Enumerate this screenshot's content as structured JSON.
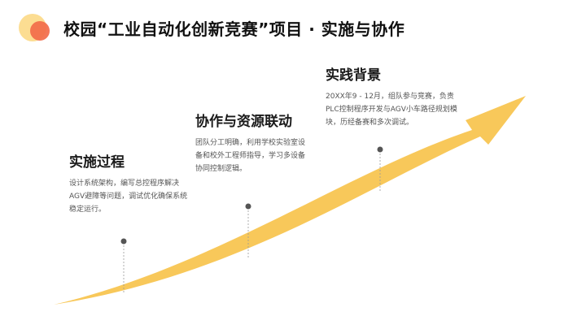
{
  "title": "校园“工业自动化创新竞赛”项目 · 实施与协作",
  "colors": {
    "arrow": "#F8C85A",
    "logo_orange": "#F26B4A",
    "logo_yellow": "#FCDD92",
    "dot": "#555555"
  },
  "steps": [
    {
      "heading": "实施过程",
      "text": "设计系统架构，编写总控程序解决AGV避障等问题，调试优化确保系统稳定运行。"
    },
    {
      "heading": "协作与资源联动",
      "text": "团队分工明确，利用学校实验室设备和校外工程师指导，学习多设备协同控制逻辑。"
    },
    {
      "heading": "实践背景",
      "text": "20XX年9 - 12月，组队参与竞赛，负责PLC控制程序开发与AGV小车路径规划模块，历经备赛和多次调试。"
    }
  ]
}
